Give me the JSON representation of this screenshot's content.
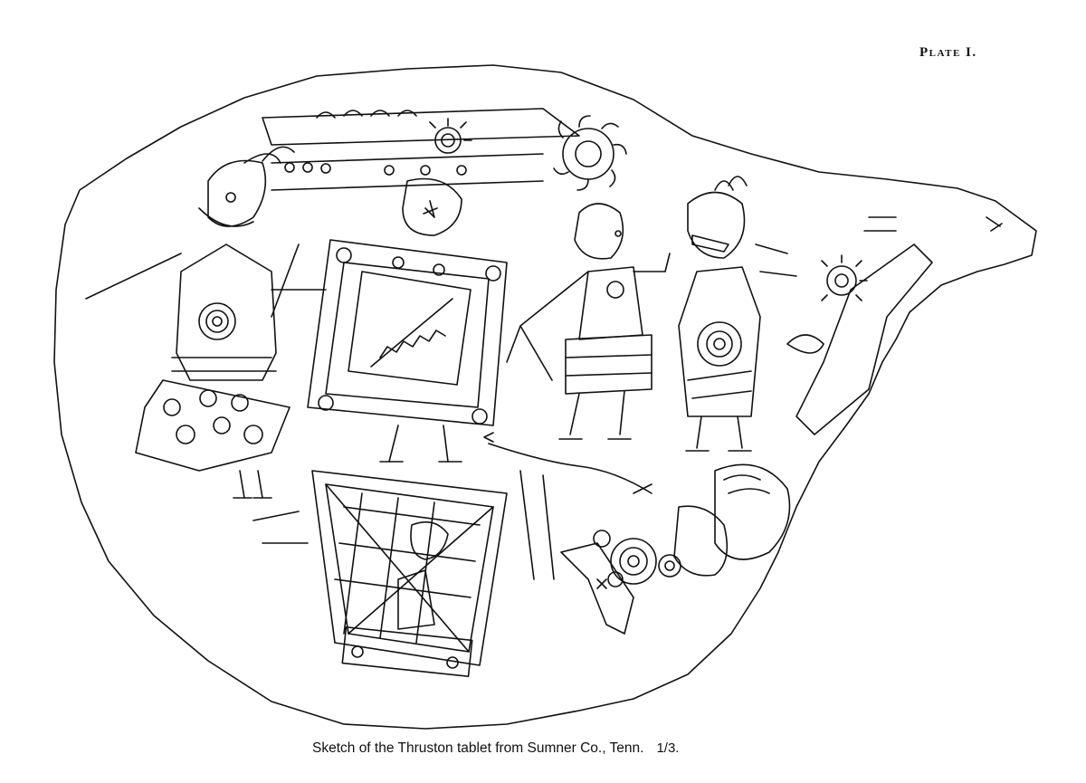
{
  "plate": {
    "label": "Plate I."
  },
  "figure": {
    "caption": "Sketch of the Thruston tablet from Sumner Co., Tenn.",
    "scale": "1/3."
  }
}
